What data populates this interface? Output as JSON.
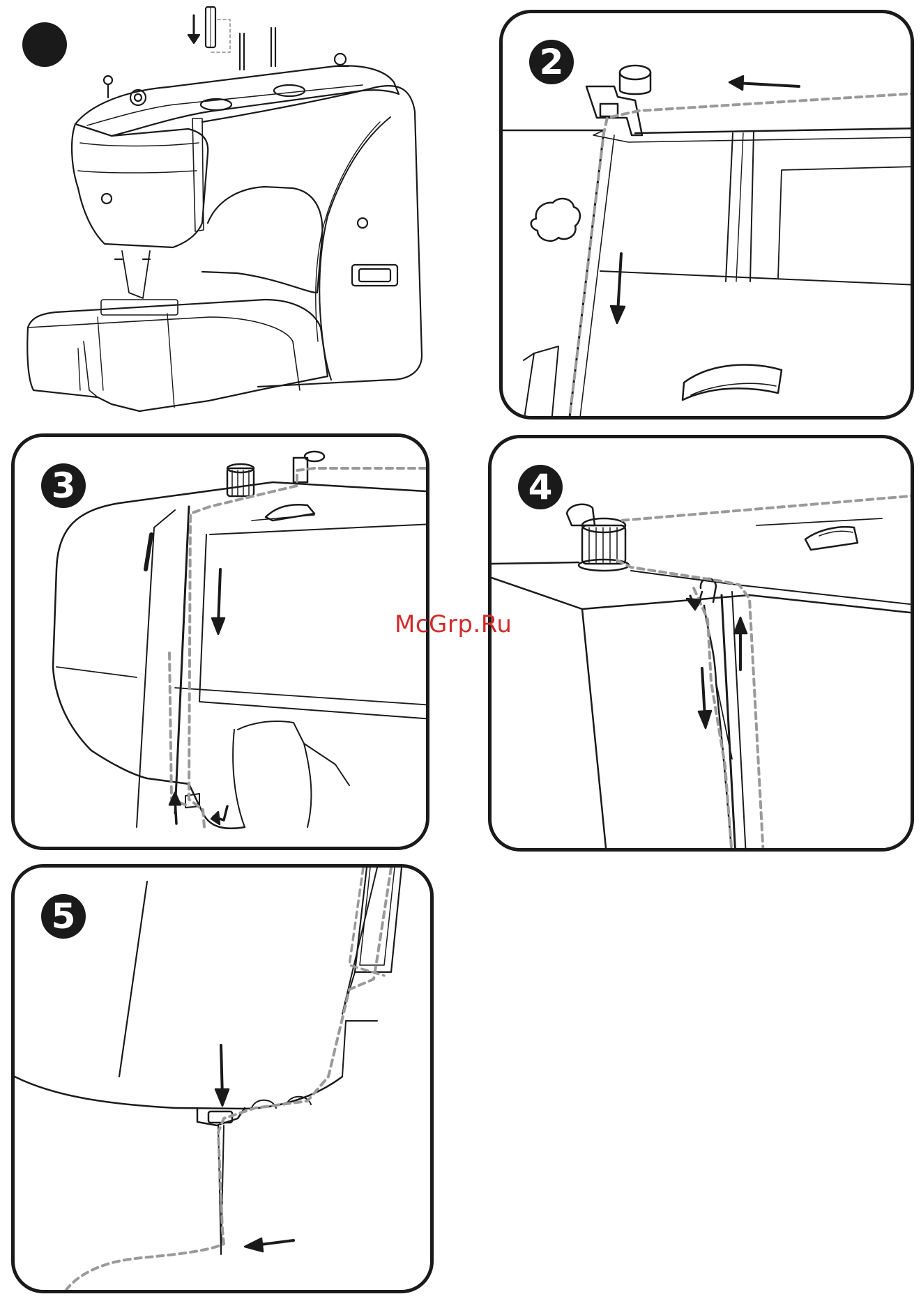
{
  "watermark": "McGrp.Ru",
  "steps": [
    {
      "id": 1,
      "label": ""
    },
    {
      "id": 2,
      "label": "2"
    },
    {
      "id": 3,
      "label": "3"
    },
    {
      "id": 4,
      "label": "4"
    },
    {
      "id": 5,
      "label": "5"
    }
  ],
  "style": {
    "line_color": "#1a1a1a",
    "thread_color": "#9a9a9a"
  }
}
